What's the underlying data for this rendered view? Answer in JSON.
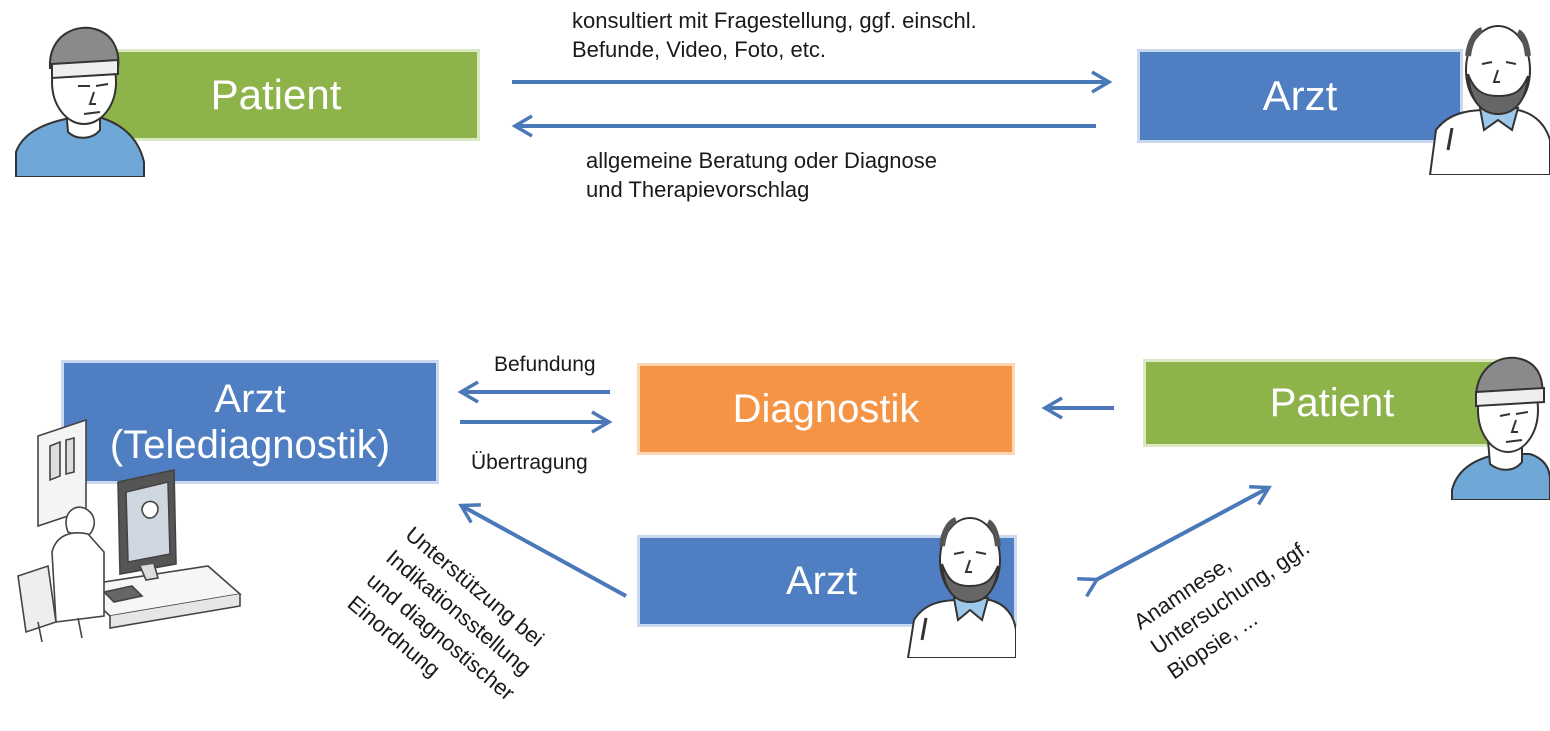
{
  "top": {
    "patient_box": "Patient",
    "arzt_box": "Arzt",
    "arrow_right_label": [
      "konsultiert mit Fragestellung, ggf. einschl.",
      "Befunde, Video, Foto, etc."
    ],
    "arrow_left_label": [
      "allgemeine Beratung oder Diagnose",
      "und Therapievorschlag"
    ]
  },
  "bottom": {
    "tele_box": [
      "Arzt",
      "(Telediagnostik)"
    ],
    "diagnostik_box": "Diagnostik",
    "patient_box": "Patient",
    "arzt_box": "Arzt",
    "befundung_label": "Befundung",
    "uebertragung_label": "Übertragung",
    "support_label": [
      "Unterstützung bei",
      "Indikationsstellung",
      "und diagnostischer",
      "Einordnung"
    ],
    "anamnese_label": [
      "Anamnese,",
      "Untersuchung, ggf.",
      "Biopsie, ..."
    ]
  },
  "colors": {
    "green": "#8eb34a",
    "blue": "#4f7fc2",
    "orange": "#f59445",
    "arrow": "#4a78b8"
  },
  "figures": [
    "patient-head-icon",
    "doctor-head-icon",
    "telediagnostics-workstation-icon"
  ]
}
